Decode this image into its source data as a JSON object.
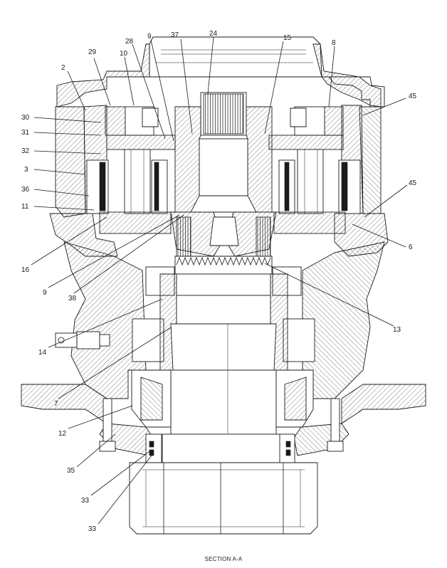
{
  "caption": "SECTION A-A",
  "callouts": [
    {
      "id": "c2",
      "text": "2"
    },
    {
      "id": "c29",
      "text": "29"
    },
    {
      "id": "c10",
      "text": "10"
    },
    {
      "id": "c28",
      "text": "28"
    },
    {
      "id": "c9a",
      "text": "9"
    },
    {
      "id": "c37",
      "text": "37"
    },
    {
      "id": "c24",
      "text": "24"
    },
    {
      "id": "c15",
      "text": "15"
    },
    {
      "id": "c8",
      "text": "8"
    },
    {
      "id": "c45a",
      "text": "45"
    },
    {
      "id": "c30",
      "text": "30"
    },
    {
      "id": "c31",
      "text": "31"
    },
    {
      "id": "c32",
      "text": "32"
    },
    {
      "id": "c3",
      "text": "3"
    },
    {
      "id": "c36",
      "text": "36"
    },
    {
      "id": "c11",
      "text": "11"
    },
    {
      "id": "c45b",
      "text": "45"
    },
    {
      "id": "c6",
      "text": "6"
    },
    {
      "id": "c16",
      "text": "16"
    },
    {
      "id": "c9b",
      "text": "9"
    },
    {
      "id": "c38",
      "text": "38"
    },
    {
      "id": "c13",
      "text": "13"
    },
    {
      "id": "c14",
      "text": "14"
    },
    {
      "id": "c7",
      "text": "7"
    },
    {
      "id": "c12",
      "text": "12"
    },
    {
      "id": "c35",
      "text": "35"
    },
    {
      "id": "c33a",
      "text": "33"
    },
    {
      "id": "c33b",
      "text": "33"
    }
  ]
}
